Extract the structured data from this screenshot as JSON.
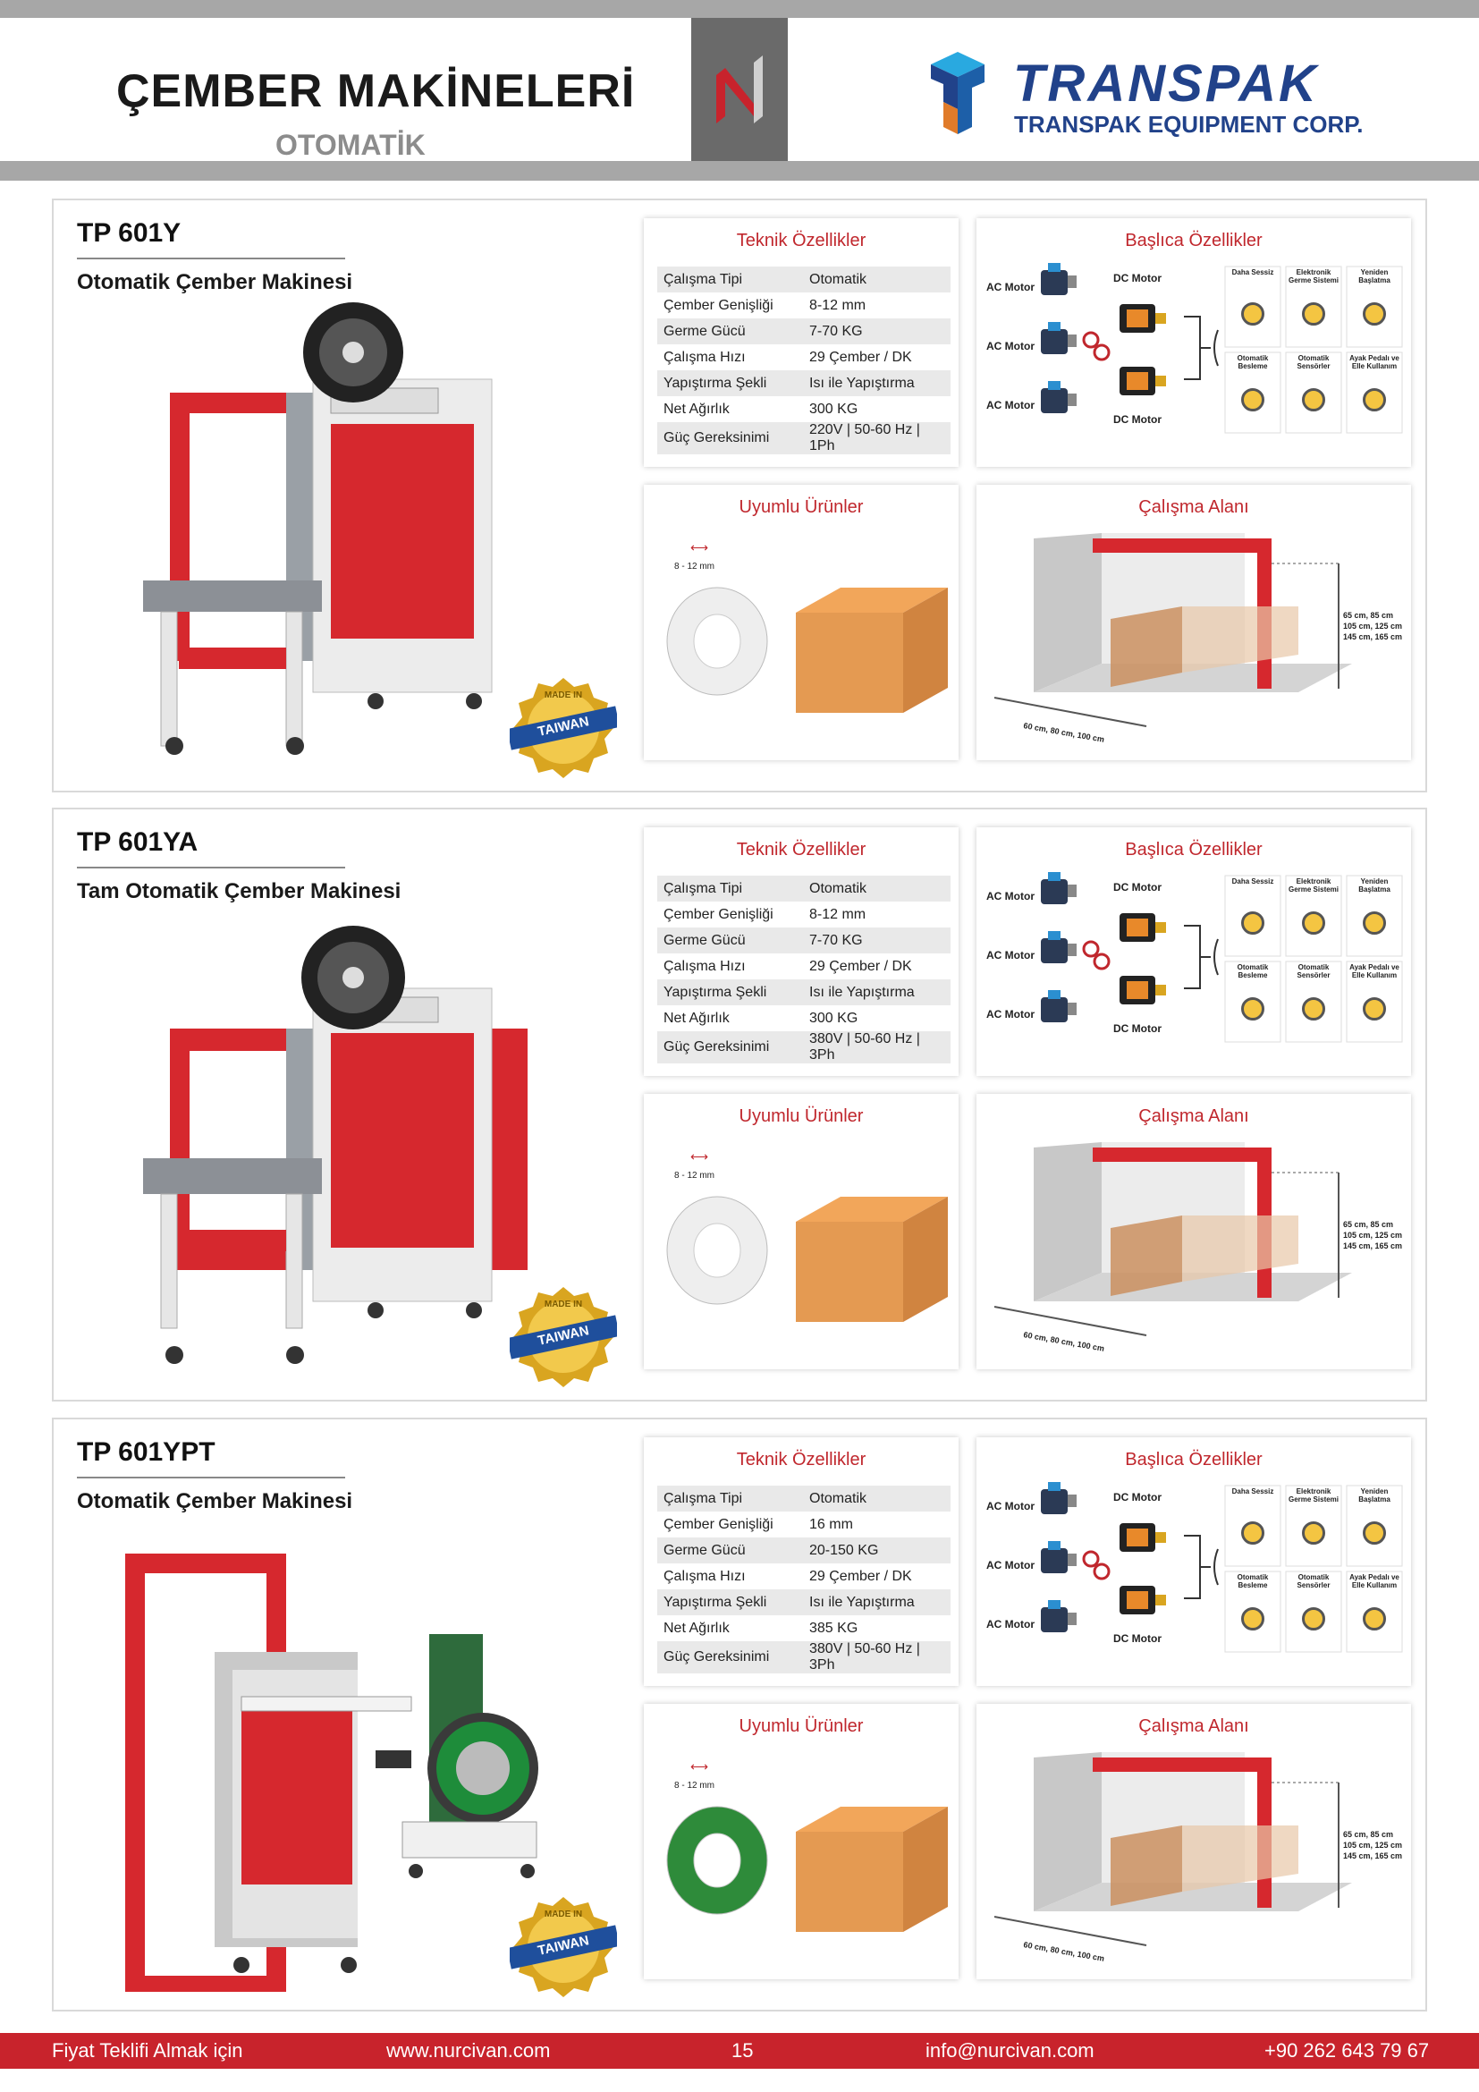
{
  "header": {
    "title": "ÇEMBER MAKİNELERİ",
    "subtitle": "OTOMATİK",
    "brand_name": "TRANSPAK",
    "brand_sub": "TRANSPAK EQUIPMENT CORP."
  },
  "labels": {
    "tech": "Teknik Özellikler",
    "features": "Başlıca Özellikler",
    "compatible": "Uyumlu Ürünler",
    "work_area": "Çalışma Alanı",
    "ac_motor": "AC Motor",
    "dc_motor": "DC Motor",
    "strap_width": "8 - 12 mm",
    "dims_height": "65 cm, 85 cm 105 cm, 125 cm 145 cm, 165 cm",
    "dims_width": "60 cm, 80 cm, 100 cm",
    "badge_made_in": "MADE IN",
    "badge_country": "TAIWAN",
    "feature_boxes": [
      "Daha Sessiz",
      "Elektronik Germe Sistemi",
      "Yeniden Başlatma",
      "Otomatik Besleme",
      "Otomatik Sensörler",
      "Ayak Pedalı ve Elle Kullanım"
    ]
  },
  "spec_keys": [
    "Çalışma Tipi",
    "Çember Genişliği",
    "Germe Gücü",
    "Çalışma Hızı",
    "Yapıştırma Şekli",
    "Net Ağırlık",
    "Güç Gereksinimi"
  ],
  "products": [
    {
      "model": "TP 601Y",
      "desc": "Otomatik Çember Makinesi",
      "specs": [
        "Otomatik",
        "8-12 mm",
        "7-70 KG",
        "29 Çember / DK",
        "Isı ile Yapıştırma",
        "300 KG",
        "220V | 50-60 Hz | 1Ph"
      ]
    },
    {
      "model": "TP 601YA",
      "desc": "Tam Otomatik Çember Makinesi",
      "specs": [
        "Otomatik",
        "8-12 mm",
        "7-70 KG",
        "29 Çember / DK",
        "Isı ile Yapıştırma",
        "300 KG",
        "380V | 50-60 Hz | 3Ph"
      ]
    },
    {
      "model": "TP 601YPT",
      "desc": "Otomatik Çember Makinesi",
      "specs": [
        "Otomatik",
        "16 mm",
        "20-150 KG",
        "29 Çember / DK",
        "Isı ile Yapıştırma",
        "385 KG",
        "380V | 50-60 Hz | 3Ph"
      ]
    }
  ],
  "footer": {
    "quote": "Fiyat Teklifi Almak için",
    "website": "www.nurcivan.com",
    "page": "15",
    "email": "info@nurcivan.com",
    "phone": "+90 262 643 79 67"
  },
  "colors": {
    "accent_red": "#c0272d",
    "brand_blue": "#21428a",
    "machine_red": "#d6282e"
  }
}
